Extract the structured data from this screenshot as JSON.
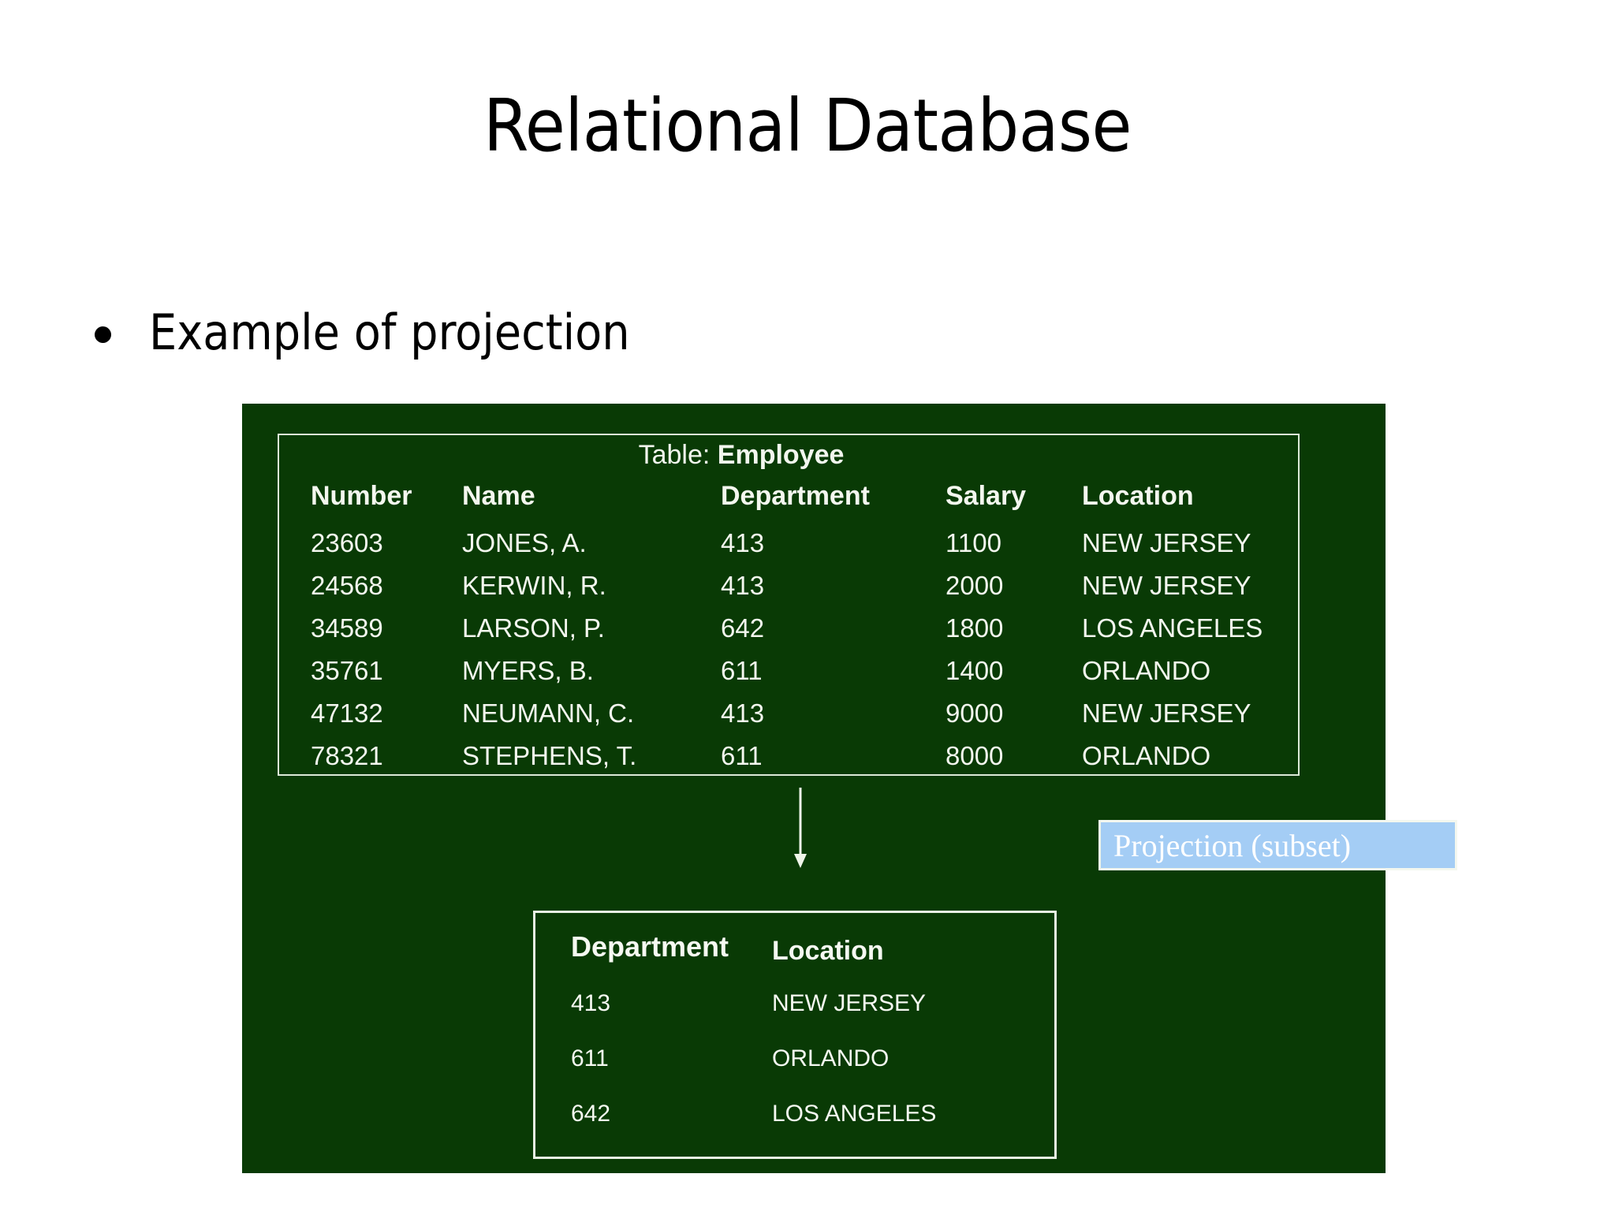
{
  "slide": {
    "title": "Relational Database",
    "bullet": "Example of projection"
  },
  "colors": {
    "panel_green": "#093A05",
    "callout_blue": "#a4cdf5",
    "table_text": "#f4f7ef",
    "border": "#dcead8"
  },
  "employee_table": {
    "caption_label": "Table:",
    "caption_name": "Employee",
    "columns": [
      "Number",
      "Name",
      "Department",
      "Salary",
      "Location"
    ],
    "rows": [
      {
        "number": "23603",
        "name": "JONES, A.",
        "department": "413",
        "salary": "1100",
        "location": "NEW JERSEY"
      },
      {
        "number": "24568",
        "name": "KERWIN, R.",
        "department": "413",
        "salary": "2000",
        "location": "NEW JERSEY"
      },
      {
        "number": "34589",
        "name": "LARSON,  P.",
        "department": "642",
        "salary": "1800",
        "location": "LOS ANGELES"
      },
      {
        "number": "35761",
        "name": "MYERS, B.",
        "department": "611",
        "salary": "1400",
        "location": "ORLANDO"
      },
      {
        "number": "47132",
        "name": "NEUMANN,  C.",
        "department": "413",
        "salary": "9000",
        "location": "NEW JERSEY"
      },
      {
        "number": "78321",
        "name": "STEPHENS,  T.",
        "department": "611",
        "salary": "8000",
        "location": "ORLANDO"
      }
    ]
  },
  "projection_callout": {
    "label": "Projection (subset)"
  },
  "arrow": {
    "name": "down-arrow-icon",
    "direction": "down"
  },
  "result_table": {
    "columns": [
      "Department",
      "Location"
    ],
    "rows": [
      {
        "department": "413",
        "location": "NEW JERSEY"
      },
      {
        "department": "611",
        "location": "ORLANDO"
      },
      {
        "department": "642",
        "location": "LOS ANGELES"
      }
    ]
  }
}
